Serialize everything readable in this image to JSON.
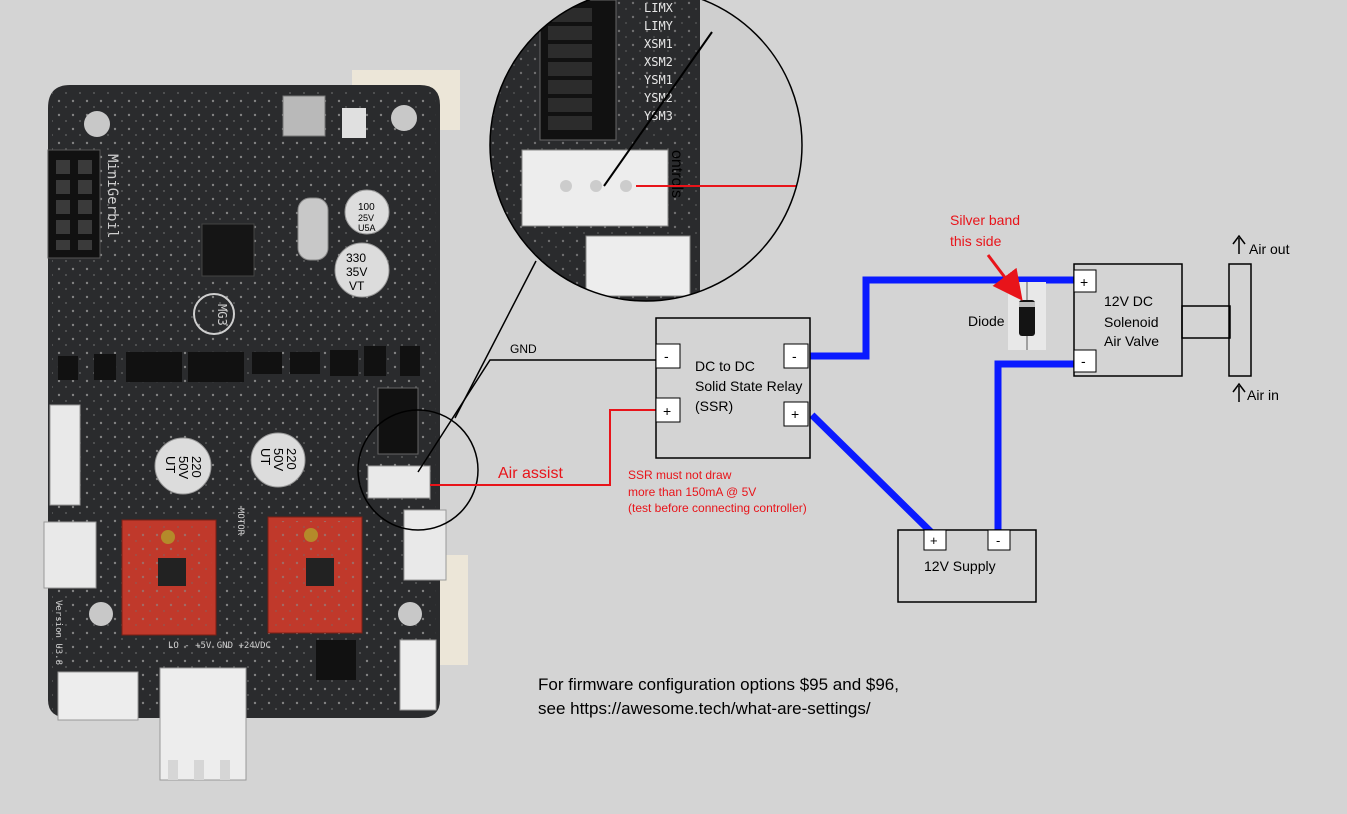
{
  "board": {
    "name_text": "MiniGerbil",
    "logo_text": "MG3",
    "cap_top_small": [
      "100",
      "25V",
      "U5A"
    ],
    "cap_330": [
      "330",
      "35V",
      "VT"
    ],
    "cap_220_left": [
      "220",
      "50V",
      "UT"
    ],
    "cap_220_right": [
      "220",
      "50V",
      "UT"
    ],
    "motor_label": "MOTOR",
    "version_text": "Version U3.8",
    "power_text": "LO - +5V GND +24VDC",
    "inset_pin_labels": [
      "LIMX",
      "LIMY",
      "XSM1",
      "XSM2",
      "YSM1",
      "YSM2",
      "YSM3"
    ],
    "inset_controls_text": "ontrols"
  },
  "labels": {
    "gnd": "GND",
    "air_assist": "Air assist",
    "ssr_warning": [
      "SSR must not draw",
      "more than 150mA @ 5V",
      "(test before connecting controller)"
    ],
    "silver_band": [
      "Silver band",
      "this side"
    ],
    "diode": "Diode",
    "footer_note": [
      "For firmware configuration options $95 and $96,",
      "see https://awesome.tech/what-are-settings/"
    ]
  },
  "ssr": {
    "title": [
      "DC to DC",
      "Solid State Relay",
      "(SSR)"
    ],
    "left_minus": "-",
    "left_plus": "+",
    "right_minus": "-",
    "right_plus": "+"
  },
  "valve": {
    "title": [
      "12V DC",
      "Solenoid",
      "Air Valve"
    ],
    "plus": "+",
    "minus": "-",
    "air_out": "Air out",
    "air_in": "Air in"
  },
  "supply": {
    "title": "12V Supply",
    "plus": "+",
    "minus": "-"
  },
  "colors": {
    "background": "#d4d4d4",
    "wire_blue": "#0a1aff",
    "wire_red": "#e8141a",
    "annotation_red": "#e8141a",
    "pcb": "#2a2b2d",
    "driver_board": "#c0392b"
  }
}
